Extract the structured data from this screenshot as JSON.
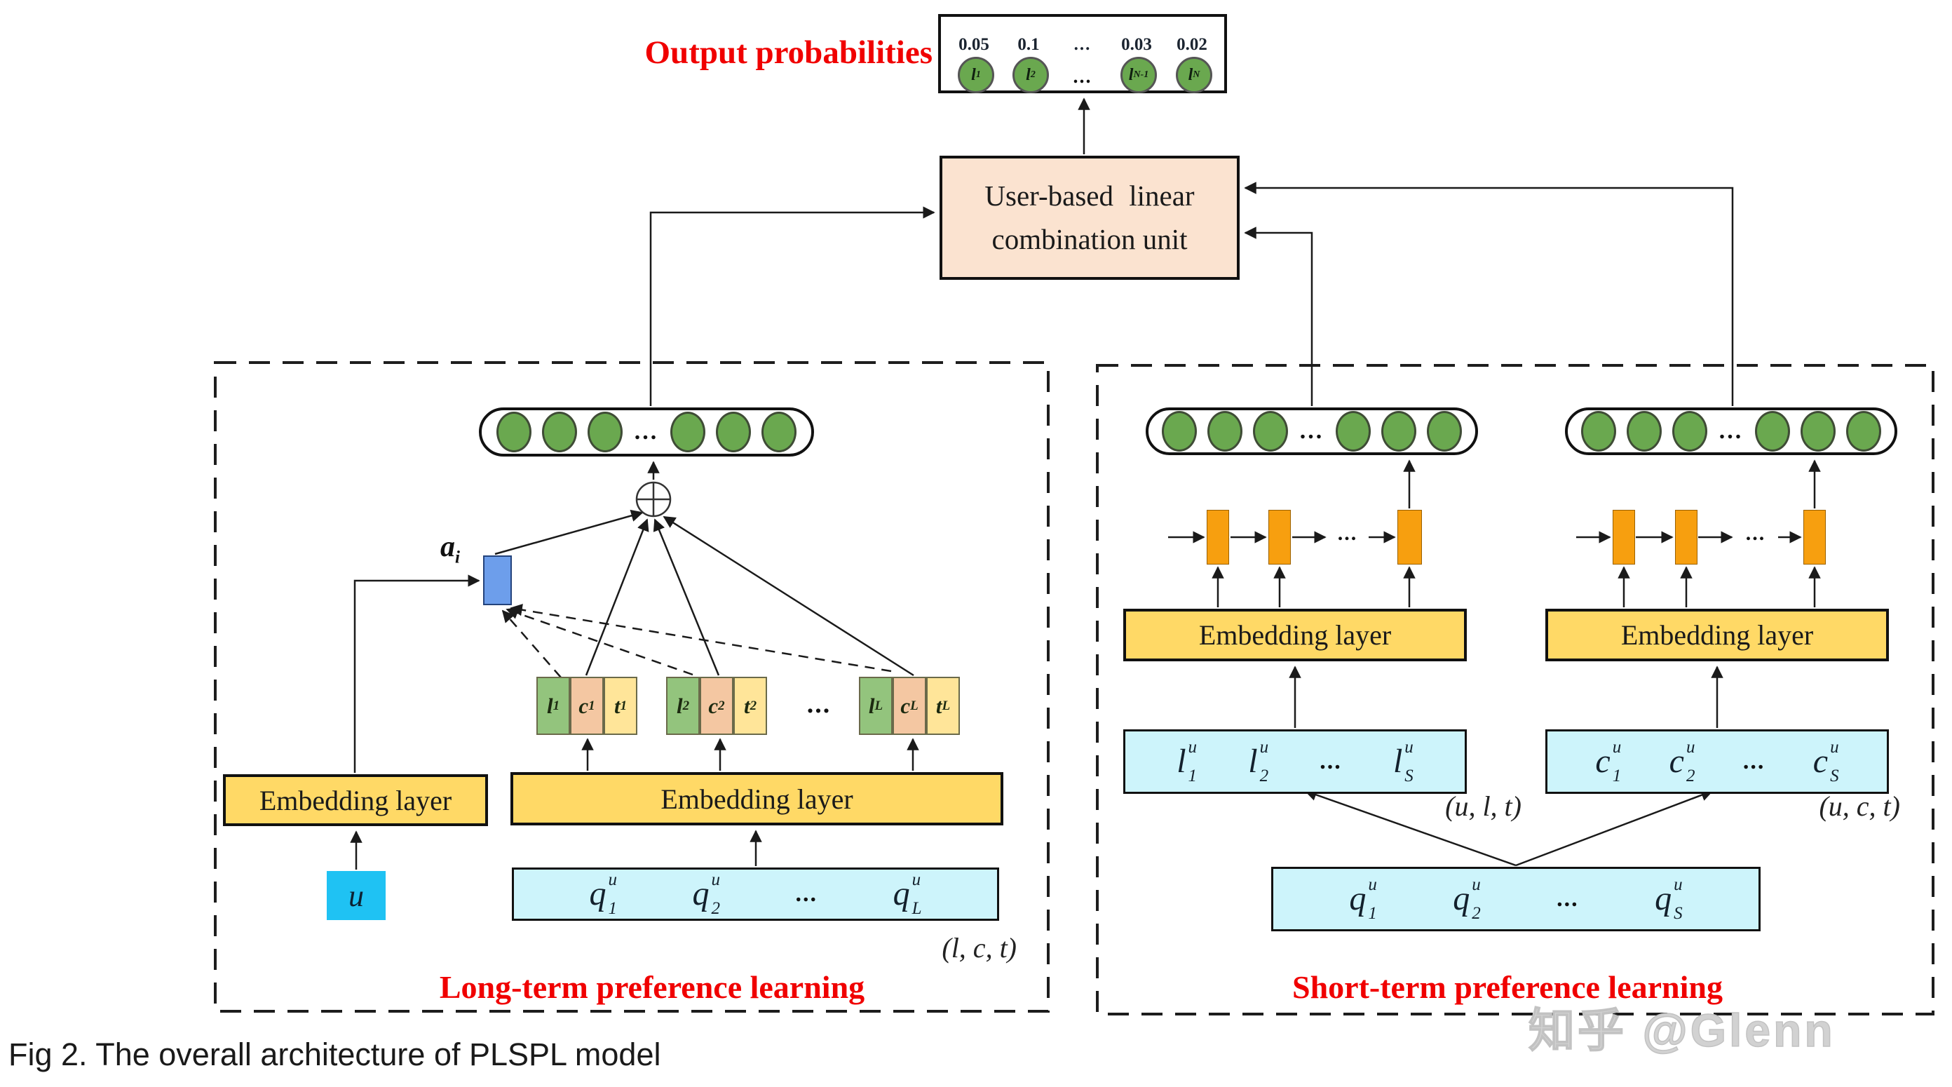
{
  "caption": "Fig 2. The overall architecture of PLSPL model",
  "watermark": "知乎 @Glenn",
  "colors": {
    "accent_red": "#f00000",
    "combiner_fill": "#fbe3d0",
    "embedding_fill": "#ffd966",
    "sequence_fill": "#cdf4fb",
    "user_input_fill": "#1fc2f3",
    "attention_fill": "#6d9eeb",
    "unit_green": "#6aa84f",
    "cell_green": "#93c47d",
    "cell_peach": "#f4c7a2",
    "cell_yellow": "#ffe599",
    "rnn_orange": "#f79f0f"
  },
  "output": {
    "label": "Output probabilities",
    "dots": "...",
    "units": [
      {
        "prob": "0.05",
        "base": "l",
        "sub": "1"
      },
      {
        "prob": "0.1",
        "base": "l",
        "sub": "2"
      },
      {
        "prob": "0.03",
        "base": "l",
        "sub": "N-1"
      },
      {
        "prob": "0.02",
        "base": "l",
        "sub": "N"
      }
    ]
  },
  "combiner": {
    "line1": "User-based linear",
    "line2": "combination unit"
  },
  "long_term": {
    "title": "Long-term preference learning",
    "dots": "...",
    "attention": {
      "base": "a",
      "sub": "i"
    },
    "groups": [
      {
        "l": {
          "base": "l",
          "sub": "1"
        },
        "c": {
          "base": "c",
          "sub": "1"
        },
        "t": {
          "base": "t",
          "sub": "1"
        }
      },
      {
        "l": {
          "base": "l",
          "sub": "2"
        },
        "c": {
          "base": "c",
          "sub": "2"
        },
        "t": {
          "base": "t",
          "sub": "2"
        }
      },
      {
        "l": {
          "base": "l",
          "sub": "L"
        },
        "c": {
          "base": "c",
          "sub": "L"
        },
        "t": {
          "base": "t",
          "sub": "L"
        }
      }
    ],
    "user_embedding_label": "Embedding layer",
    "seq_embedding_label": "Embedding layer",
    "user_input": "u",
    "seq_input": {
      "items": [
        {
          "base": "q",
          "sup": "u",
          "sub": "1"
        },
        {
          "base": "q",
          "sup": "u",
          "sub": "2"
        },
        {
          "base": "q",
          "sup": "u",
          "sub": "L"
        }
      ],
      "dots": "..."
    },
    "annotation": "(l, c, t)"
  },
  "short_term": {
    "title": "Short-term preference learning",
    "dots": "...",
    "location_branch": {
      "embedding_label": "Embedding layer",
      "annotation": "(u, l, t)",
      "input": {
        "items": [
          {
            "base": "l",
            "sup": "u",
            "sub": "1"
          },
          {
            "base": "l",
            "sup": "u",
            "sub": "2"
          },
          {
            "base": "l",
            "sup": "u",
            "sub": "S"
          }
        ],
        "dots": "..."
      }
    },
    "category_branch": {
      "embedding_label": "Embedding layer",
      "annotation": "(u, c, t)",
      "input": {
        "items": [
          {
            "base": "c",
            "sup": "u",
            "sub": "1"
          },
          {
            "base": "c",
            "sup": "u",
            "sub": "2"
          },
          {
            "base": "c",
            "sup": "u",
            "sub": "S"
          }
        ],
        "dots": "..."
      }
    },
    "seq_input": {
      "items": [
        {
          "base": "q",
          "sup": "u",
          "sub": "1"
        },
        {
          "base": "q",
          "sup": "u",
          "sub": "2"
        },
        {
          "base": "q",
          "sup": "u",
          "sub": "S"
        }
      ],
      "dots": "..."
    }
  }
}
